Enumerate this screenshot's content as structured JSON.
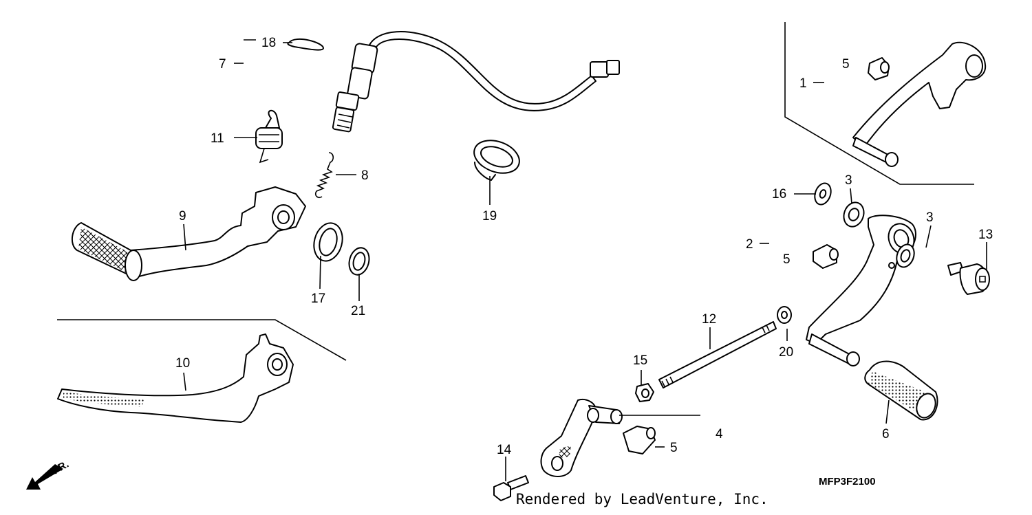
{
  "diagram": {
    "callouts": {
      "c1": "1",
      "c2": "2",
      "c3a": "3",
      "c3b": "3",
      "c4": "4",
      "c5a": "5",
      "c5b": "5",
      "c5c": "5",
      "c6": "6",
      "c7": "7",
      "c8": "8",
      "c9": "9",
      "c10": "10",
      "c11": "11",
      "c12": "12",
      "c13": "13",
      "c14": "14",
      "c15": "15",
      "c16": "16",
      "c17": "17",
      "c18": "18",
      "c19": "19",
      "c20": "20",
      "c21": "21"
    },
    "direction_label": "FR.",
    "diagram_code": "MFP3F2100",
    "credit": "Rendered by LeadVenture, Inc."
  }
}
